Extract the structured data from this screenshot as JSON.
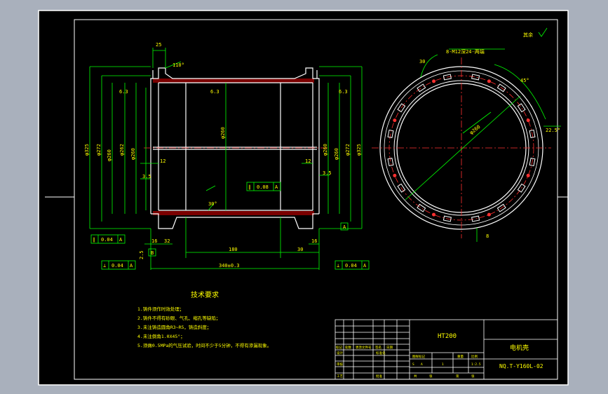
{
  "drawing": {
    "material": "HT200",
    "part_name": "电机壳",
    "drawing_number": "NQ.T-Y160L-02",
    "other_surfaces_mark": "其余"
  },
  "tech_requirements": {
    "heading": "技术要求",
    "items": [
      "1.铸件须作时效处理；",
      "2.铸件不得有砂眼、气孔、缩孔等缺陷；",
      "3.未注铸造圆角R3~R5，铸造斜度；",
      "4.未注倒角1.0X45°；",
      "5.须做0.5MPa的气压试验，时间不少于5分钟，不得有渗漏现象。"
    ]
  },
  "dimensions": {
    "top_width": "25",
    "angle_top": "110°",
    "angle_bottom": "30°",
    "rough_left": "6.3",
    "rough_mid": "6.3",
    "rough_right": "6.3",
    "d_left_outer": "φ325",
    "d_left_2": "φ272",
    "d_left_3": "φ260",
    "d_left_4": "φ262",
    "d_left_5": "φ260",
    "d_center": "φ260",
    "d_right_1": "φ260",
    "d_right_2": "φ260",
    "d_right_3": "φ272",
    "d_right_4": "φ325",
    "dim_12_left": "12",
    "dim_12_right": "12",
    "dim_35_left": "3.5",
    "dim_35_right": "3.5",
    "dim_16_left": "16",
    "dim_32": "32",
    "dim_16_right": "16",
    "dim_180": "180",
    "dim_30": "30",
    "dim_total": "340±0.3",
    "dim_25_small": "2.5",
    "circ_angle_30": "30",
    "circ_holes": "8-M12深24-两端",
    "circ_angle_45": "45°",
    "circ_angle_225": "22.5°",
    "circ_dia": "φ260",
    "circ_dim_8": "8",
    "datum_a": "A",
    "datum_b": "B"
  },
  "gdt": {
    "center_flat": {
      "sym": "∥",
      "val": "0.08",
      "ref": "A"
    },
    "left_flat": {
      "sym": "∥",
      "val": "0.04",
      "ref": "A"
    },
    "left_perp": {
      "sym": "⊥",
      "val": "0.04",
      "ref": "A"
    },
    "right_perp": {
      "sym": "⊥",
      "val": "0.04",
      "ref": "A"
    }
  },
  "title_block": {
    "labels": [
      "标记",
      "处数",
      "更改文件号",
      "签名",
      "日期",
      "设计",
      "标准化",
      "审核",
      "工艺",
      "批准"
    ],
    "stage_labels": [
      "图样标记",
      "重量",
      "比例"
    ],
    "scale": "1:2.5",
    "sheet_labels": [
      "共",
      "张",
      "第",
      "张"
    ],
    "stage_marks": [
      "S",
      "A"
    ],
    "sheet_num": "1"
  },
  "colors": {
    "line": "#ffffff",
    "dim": "#00ff00",
    "center": "#ff3030",
    "text": "#ffff00",
    "hatch": "#c00000",
    "background": "#000000"
  }
}
